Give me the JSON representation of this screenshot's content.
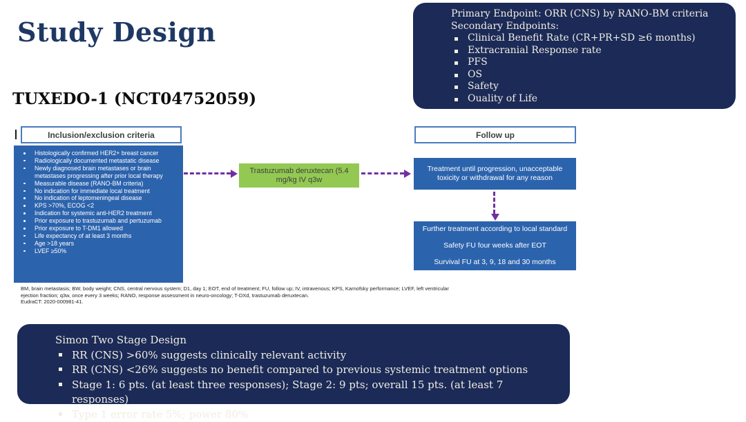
{
  "slide": {
    "title": "Study Design",
    "subtitle": "TUXEDO-1 (NCT04752059)"
  },
  "endpoints_box": {
    "primary_line": "Primary Endpoint: ORR (CNS) by RANO-BM criteria",
    "secondary_line": "Secondary Endpoints:",
    "items": [
      "Clinical Benefit Rate (CR+PR+SD ≥6 months)",
      "Extracranial Response rate",
      "PFS",
      "OS",
      "Safety",
      "Ouality of Life"
    ]
  },
  "diagram": {
    "inclusion_header": "Inclusion/exclusion criteria",
    "inclusion_items": [
      "Histologically confirmed HER2+ breast cancer",
      "Radiologically documented metastatic disease",
      "Newly diagnosed brain metastases or brain metastases progressing after prior local therapy",
      "Measurable disease (RANO-BM criteria)",
      "No indication for immediate local treatment",
      "No indication of leptomeningeal disease",
      "KPS >70%, ECOG <2",
      "Indication for systemic anti-HER2 treatment",
      "Prior exposure to trastuzumab and pertuzumab",
      "Prior exposure to T-DM1 allowed",
      "Life expectancy of at least 3 months",
      "Age >18 years",
      "LVEF ≥50%"
    ],
    "drug_box": "Trastuzumab deruxtecan (5.4 mg/kg IV q3w",
    "followup_header": "Follow up",
    "treatment_box": "Treatment until progression, unacceptable toxicity or withdrawal for any reason",
    "further_box_lines": [
      "Further treatment according to local standard",
      "Safety FU four weeks after EOT",
      "Survival FU at 3, 9, 18 and 30 months"
    ]
  },
  "footnote": {
    "line1": "BM, brain metastasis; BW, body weight; CNS, central nervous system; D1, day 1; EOT, end of treatment; FU, follow up; IV, intravenous; KPS, Karnofsky performance; LVEF, left ventricular",
    "line2": "ejection fraction; q3w, once every 3 weeks; RANO, response assessment in neuro-oncology; T-DXd, trastuzumab deruxtecan.",
    "line3": "EudraCT: 2020-000981-41."
  },
  "simon_box": {
    "heading": "Simon Two Stage Design",
    "items": [
      "RR (CNS) >60% suggests clinically relevant activity",
      "RR (CNS) <26% suggests no benefit compared to previous systemic treatment options",
      "Stage  1: 6 pts. (at least three responses); Stage 2: 9 pts; overall 15 pts. (at least 7 responses)",
      "Type 1 error  rate 5%; power 80%"
    ]
  },
  "colors": {
    "navy": "#1b2a57",
    "box_blue": "#2c63ad",
    "green": "#93c952",
    "arrow_purple": "#7030a0",
    "header_border_blue": "#4a7abd",
    "title_navy": "#1f3864"
  }
}
